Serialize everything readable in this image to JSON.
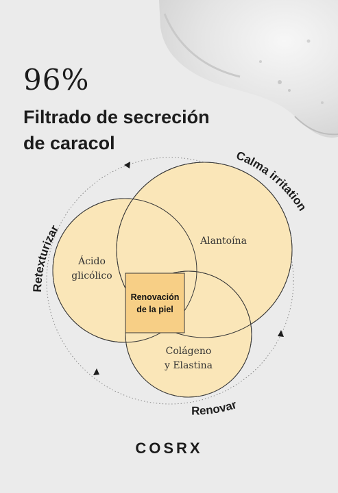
{
  "headline": {
    "percentage": "96%",
    "title_line1": "Filtrado de secreción",
    "title_line2": "de caracol"
  },
  "cycle_labels": {
    "top_right": "Calma irritation",
    "left": "Retexturizar",
    "bottom": "Renovar"
  },
  "circles": {
    "left_line1": "Ácido",
    "left_line2": "glicólico",
    "right": "Alantoína",
    "bottom_line1": "Colágeno",
    "bottom_line2": "y Elastina"
  },
  "center": {
    "line1": "Renovación",
    "line2": "de la piel"
  },
  "brand": "COSRX",
  "colors": {
    "background": "#ebebeb",
    "circle_fill": "#fae6b8",
    "center_fill": "#f7cf86",
    "text": "#1c1c1c"
  },
  "icons": {
    "arrow": "triangle-arrowhead",
    "texture": "gel-droplet-texture"
  }
}
